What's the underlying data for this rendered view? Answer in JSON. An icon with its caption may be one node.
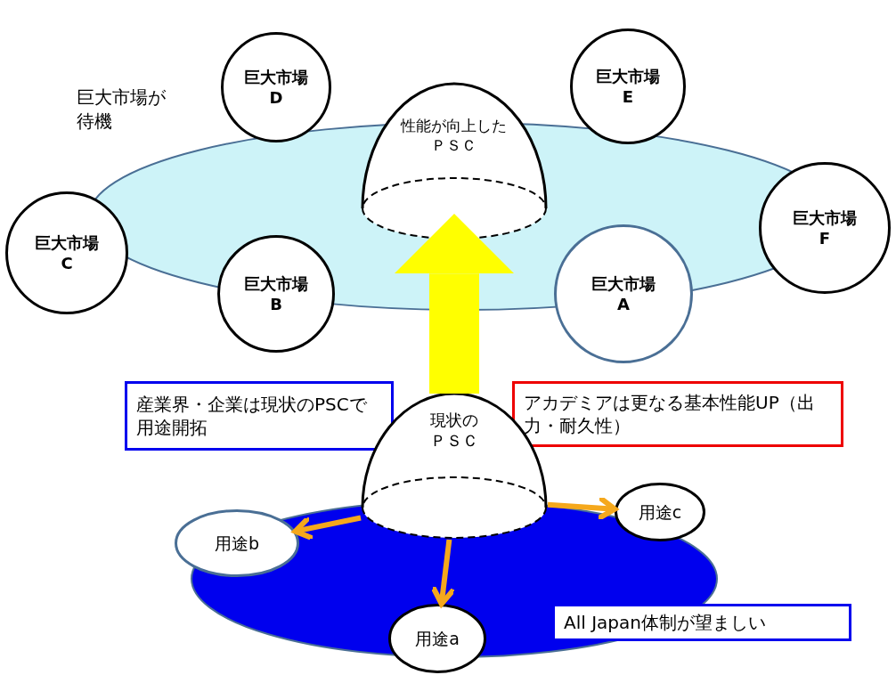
{
  "diagram": {
    "nodes": [
      {
        "text": [
          "巨大市場D"
        ]
      },
      {
        "text": [
          "巨大市場E"
        ]
      },
      {
        "text": [
          "性能が向上したＰＳＣ"
        ]
      },
      {
        "text": [
          "巨大市場F"
        ]
      },
      {
        "text": [
          "巨大市場C"
        ]
      },
      {
        "text": [
          "巨大市場B"
        ]
      },
      {
        "text": [
          "巨大市場A"
        ]
      },
      {
        "text": [
          "産業界・企業は現状のPSCで用途開拓"
        ]
      },
      {
        "text": [
          "アカデミアは更なる基本性能UP（出力・耐久性）"
        ]
      },
      {
        "text": [
          "現状のＰＳＣ"
        ]
      },
      {
        "text": [
          "用途c"
        ]
      },
      {
        "text": [
          "用途b"
        ]
      },
      {
        "text": [
          "All Japan体制が望ましい"
        ]
      },
      {
        "text": [
          "用途a"
        ]
      }
    ],
    "edges": [
      {
        "from": 9,
        "to": 2,
        "arrow": "to",
        "style": "thick",
        "color": "#ffff00"
      },
      {
        "from": 9,
        "to": 11,
        "arrow": "to"
      },
      {
        "from": 9,
        "to": 10,
        "arrow": "to"
      },
      {
        "from": 9,
        "to": 13,
        "arrow": "to"
      }
    ],
    "labels": [
      "巨大市場が待機"
    ]
  }
}
